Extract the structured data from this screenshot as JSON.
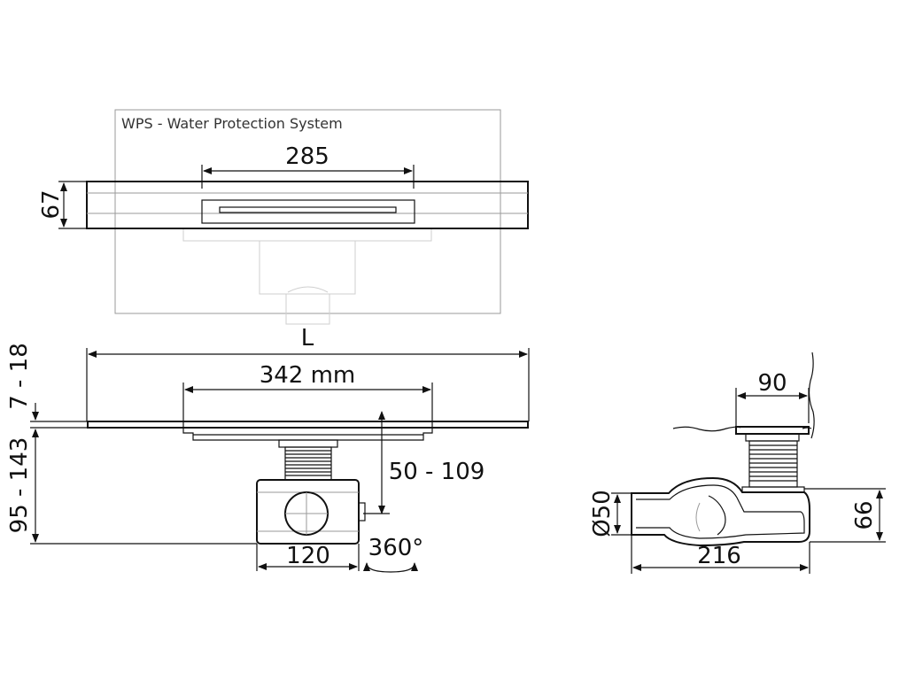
{
  "top_view": {
    "title": "WPS - Water Protection System",
    "dim_width": "285",
    "dim_height": "67"
  },
  "side_view": {
    "dim_total": "L",
    "dim_grate": "342 mm",
    "dim_cover": "7 - 18",
    "dim_total_height": "95 - 143",
    "dim_adjust": "50 - 109",
    "dim_body": "120",
    "dim_rotation": "360°"
  },
  "section_view": {
    "dim_outlet_width": "90",
    "dim_pipe": "Ø50",
    "dim_height": "66",
    "dim_length": "216"
  },
  "colors": {
    "line": "#111111",
    "hatch": "#9a9a9a",
    "faint": "#cfcfcf"
  }
}
